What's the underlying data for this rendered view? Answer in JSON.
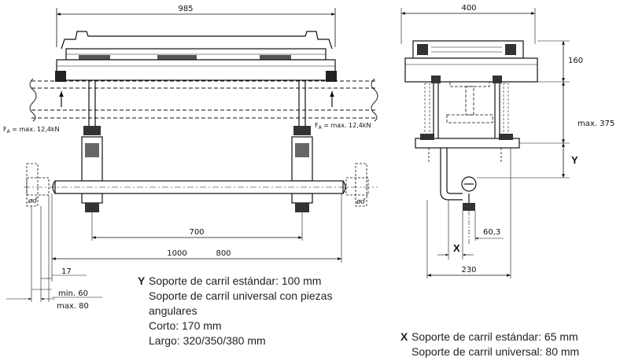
{
  "dimensions": {
    "front_total_width": "985",
    "force_left": "F",
    "force_left_sub": "A",
    "force_left_value": " = max. 12,4kN",
    "force_right": "F",
    "force_right_sub": "A",
    "force_right_value": " = max. 12,4kN",
    "spacing_700": "700",
    "spacing_1000": "1000",
    "spacing_800": "800",
    "offset_17": "17",
    "min_60": "min. 60",
    "max_80": "max. 80",
    "diameter_left": "ød",
    "diameter_right": "ød",
    "side_width": "400",
    "height_160": "160",
    "height_max_375": "max. 375",
    "label_y": "Y",
    "label_x": "X",
    "width_60_3": "60,3",
    "width_230": "230"
  },
  "legend_y": {
    "key": "Y",
    "lines": [
      "Soporte de carril estándar: 100 mm",
      "Soporte de carril universal con piezas",
      "angulares",
      "Corto: 170 mm",
      "Largo: 320/350/380 mm"
    ]
  },
  "legend_x": {
    "key": "X",
    "lines": [
      "Soporte de carril estándar: 65 mm",
      "Soporte de carril universal: 80 mm"
    ]
  }
}
